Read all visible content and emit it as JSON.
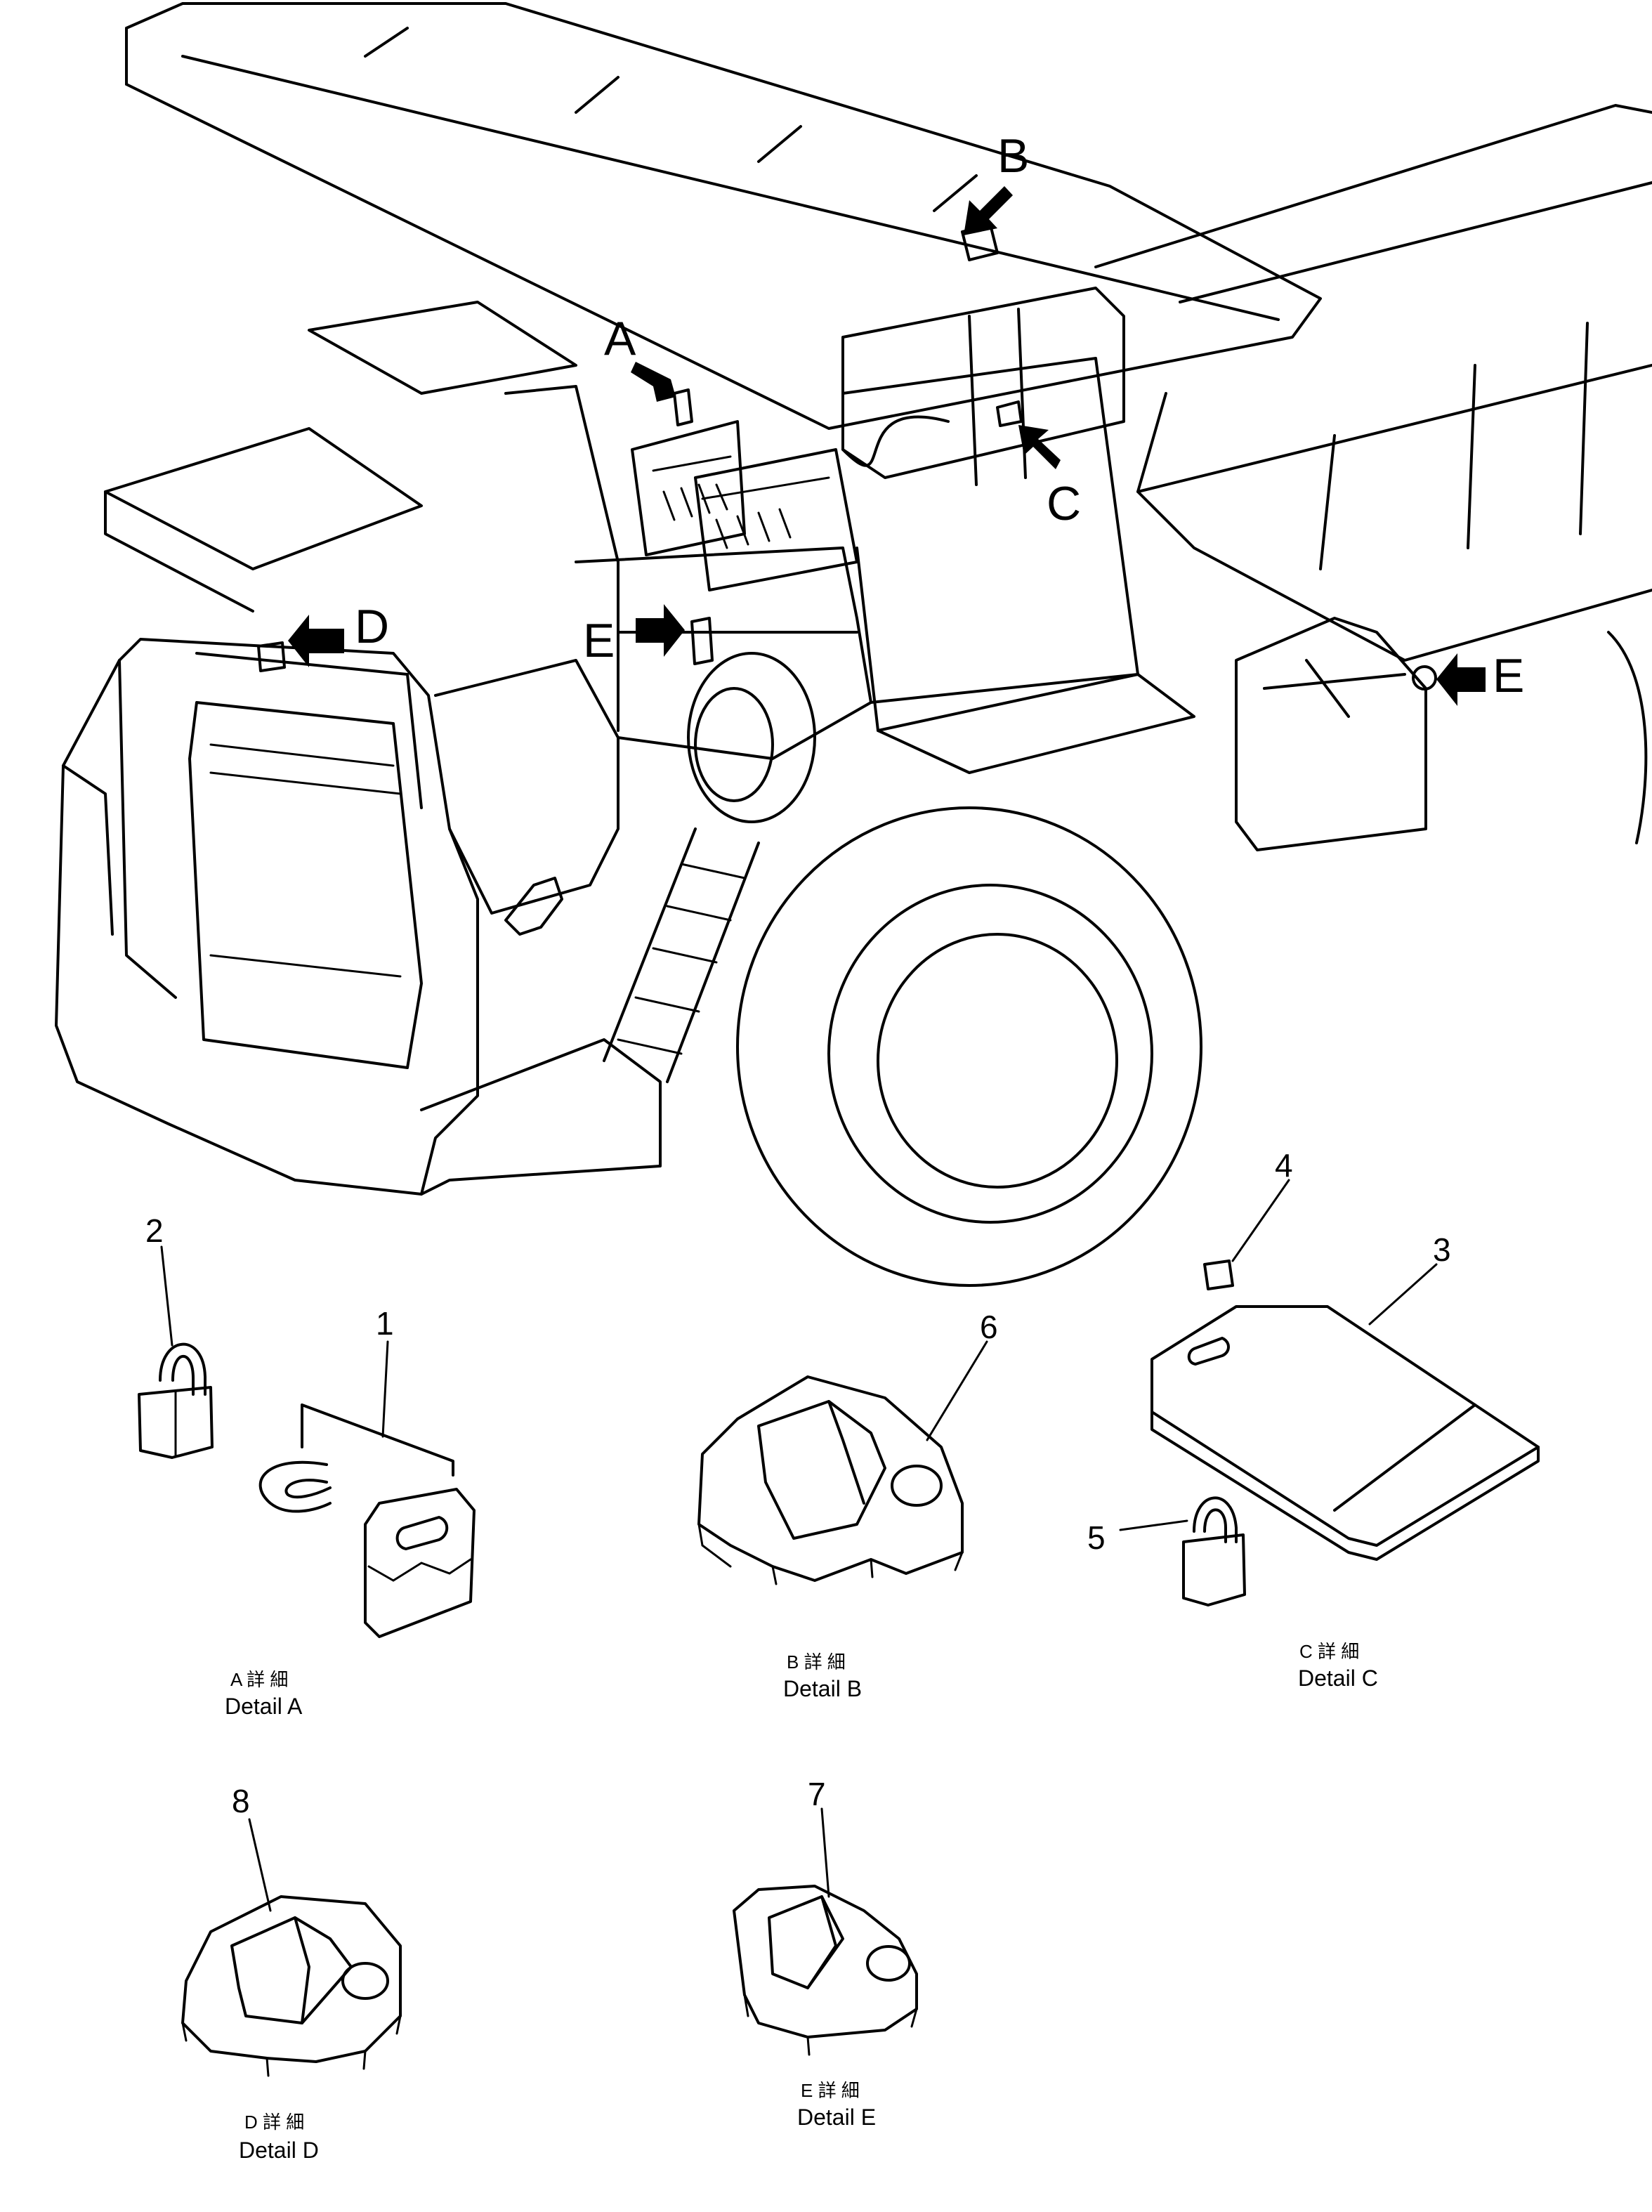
{
  "callouts": {
    "A": "A",
    "B": "B",
    "C": "C",
    "D": "D",
    "E_left": "E",
    "E_right": "E"
  },
  "parts": {
    "p1": "1",
    "p2": "2",
    "p3": "3",
    "p4": "4",
    "p5": "5",
    "p6": "6",
    "p7": "7",
    "p8": "8"
  },
  "details": {
    "A": {
      "jp": "A 詳 細",
      "en": "Detail A"
    },
    "B": {
      "jp": "B 詳 細",
      "en": "Detail B"
    },
    "C": {
      "jp": "C 詳 細",
      "en": "Detail C"
    },
    "D": {
      "jp": "D 詳 細",
      "en": "Detail D"
    },
    "E": {
      "jp": "E 詳 細",
      "en": "Detail E"
    }
  }
}
